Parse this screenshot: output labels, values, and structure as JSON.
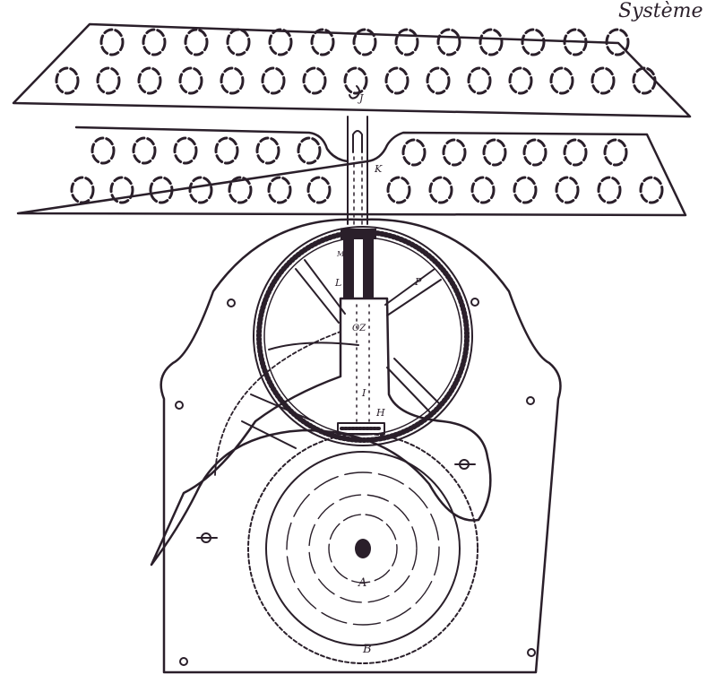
{
  "figure": {
    "title_word": "Système",
    "labels": {
      "J": "J",
      "K": "K",
      "M": "M",
      "L": "L",
      "P": "P",
      "I": "I",
      "H": "H",
      "A": "A",
      "B": "B",
      "center_mark": "OZ"
    },
    "components": {
      "upper_plate": {
        "row1_holes": 13,
        "row2_holes": 15
      },
      "lower_plate": {
        "row1_left_holes": 6,
        "row1_right_holes": 6,
        "row2_left_holes": 7,
        "row2_right_holes": 7
      },
      "spoked_wheel": "toothed wheel with spokes",
      "spring_barrel": "A",
      "great_wheel": "B"
    },
    "colors": {
      "ink": "#2a1f2a",
      "paper": "#ffffff"
    }
  }
}
